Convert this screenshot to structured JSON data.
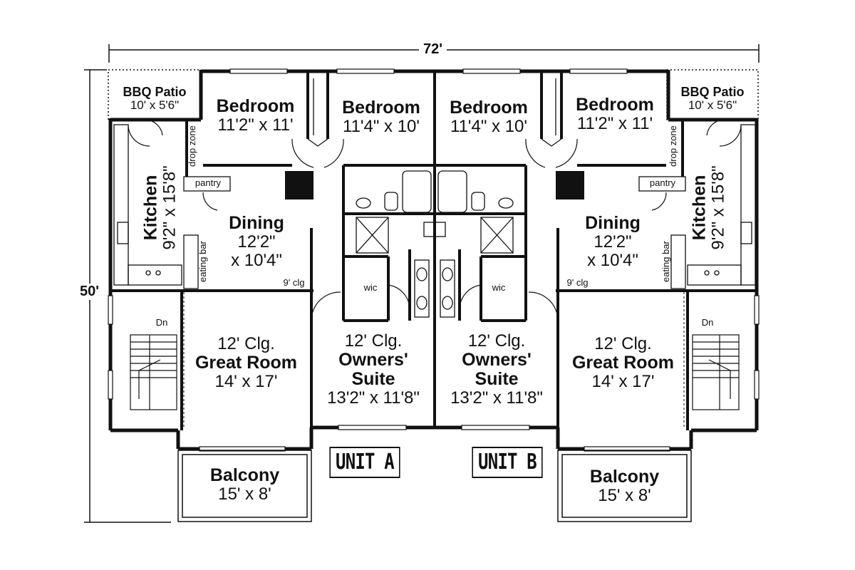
{
  "dimensions": {
    "width": "72'",
    "depth": "50'"
  },
  "units": [
    {
      "label": "UNIT A",
      "bbq": {
        "name": "BBQ Patio",
        "size": "10' x 5'6\""
      },
      "bedroom1": {
        "name": "Bedroom",
        "size": "11'2\" x 11'"
      },
      "bedroom2": {
        "name": "Bedroom",
        "size": "11'4\" x 10'"
      },
      "kitchen": {
        "name": "Kitchen",
        "size": "9'2\" x 15'8\""
      },
      "dining": {
        "name": "Dining",
        "size1": "12'2\"",
        "size2": "x 10'4\""
      },
      "great": {
        "clg": "12' Clg.",
        "name": "Great Room",
        "size": "14' x 17'"
      },
      "owners": {
        "clg": "12' Clg.",
        "name1": "Owners'",
        "name2": "Suite",
        "size": "13'2\" x 11'8\""
      },
      "balcony": {
        "name": "Balcony",
        "size": "15' x 8'"
      },
      "pantry": "pantry",
      "drop_zone": "drop zone",
      "eating_bar": "eating bar",
      "clg9": "9' clg",
      "wic": "wic",
      "dn": "Dn"
    },
    {
      "label": "UNIT B",
      "bbq": {
        "name": "BBQ Patio",
        "size": "10' x 5'6\""
      },
      "bedroom1": {
        "name": "Bedroom",
        "size": "11'4\" x 10'"
      },
      "bedroom2": {
        "name": "Bedroom",
        "size": "11'2\" x 11'"
      },
      "kitchen": {
        "name": "Kitchen",
        "size": "9'2\" x 15'8\""
      },
      "dining": {
        "name": "Dining",
        "size1": "12'2\"",
        "size2": "x 10'4\""
      },
      "great": {
        "clg": "12' Clg.",
        "name": "Great Room",
        "size": "14' x 17'"
      },
      "owners": {
        "clg": "12' Clg.",
        "name1": "Owners'",
        "name2": "Suite",
        "size": "13'2\" x 11'8\""
      },
      "balcony": {
        "name": "Balcony",
        "size": "15' x 8'"
      },
      "pantry": "pantry",
      "drop_zone": "drop zone",
      "eating_bar": "eating bar",
      "clg9": "9' clg",
      "wic": "wic",
      "dn": "Dn"
    }
  ]
}
